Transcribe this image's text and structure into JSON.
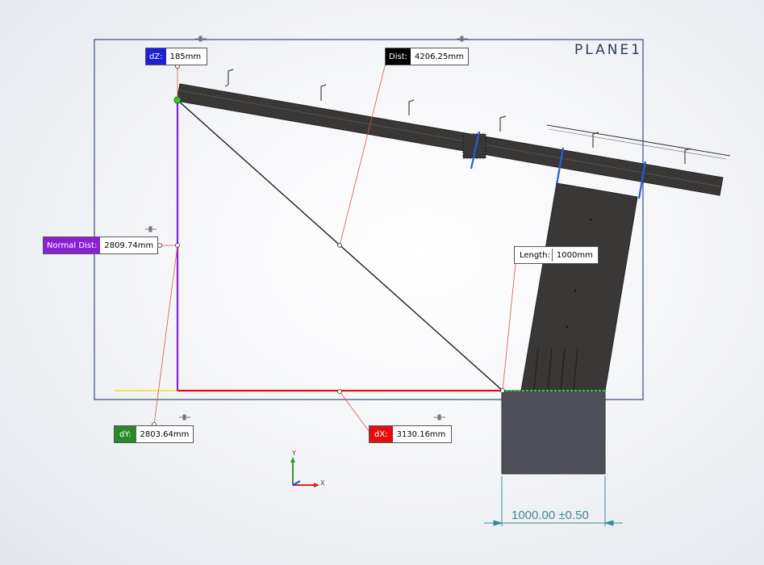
{
  "plane": {
    "name": "PLANE1"
  },
  "measurements": {
    "dz": {
      "label": "dZ:",
      "value": "185mm",
      "color": "#1f1fd6"
    },
    "dist": {
      "label": "Dist:",
      "value": "4206.25mm",
      "color": "#000000"
    },
    "normal_dist": {
      "label": "Normal Dist:",
      "value": "2809.74mm",
      "color": "#8a1fd6"
    },
    "length": {
      "label": "Length:",
      "value": "1000mm"
    },
    "dy": {
      "label": "dY:",
      "value": "2803.64mm",
      "color": "#2a8a2a"
    },
    "dx": {
      "label": "dX:",
      "value": "3130.16mm",
      "color": "#e01010"
    }
  },
  "dimension": {
    "text": "1000.00 ±0.50"
  },
  "triad": {
    "x": "X",
    "y": "Y"
  },
  "colors": {
    "plane_border": "#3a4a78",
    "vertical_line": "#8a1fd6",
    "horizontal_line": "#dd1111",
    "ground_line": "#f0e020",
    "structure": "#3a3836",
    "base_block": "#4e4f58",
    "dimension": "#3a8a96"
  }
}
